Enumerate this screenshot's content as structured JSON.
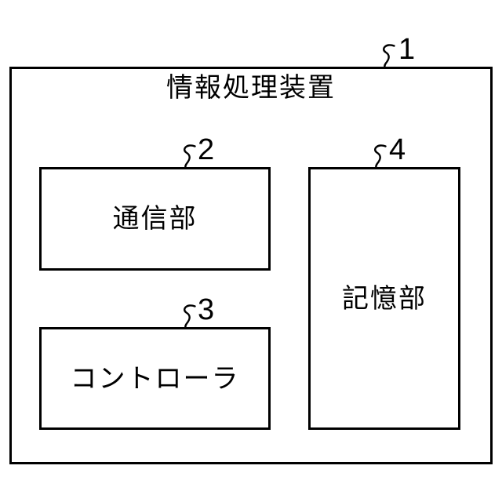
{
  "colors": {
    "line": "#000000",
    "background": "#ffffff"
  },
  "diagram": {
    "title": "情報処理装置",
    "outer_ref": "1",
    "boxes": [
      {
        "ref": "2",
        "label": "通信部"
      },
      {
        "ref": "3",
        "label": "コントローラ"
      },
      {
        "ref": "4",
        "label": "記憶部"
      }
    ]
  }
}
